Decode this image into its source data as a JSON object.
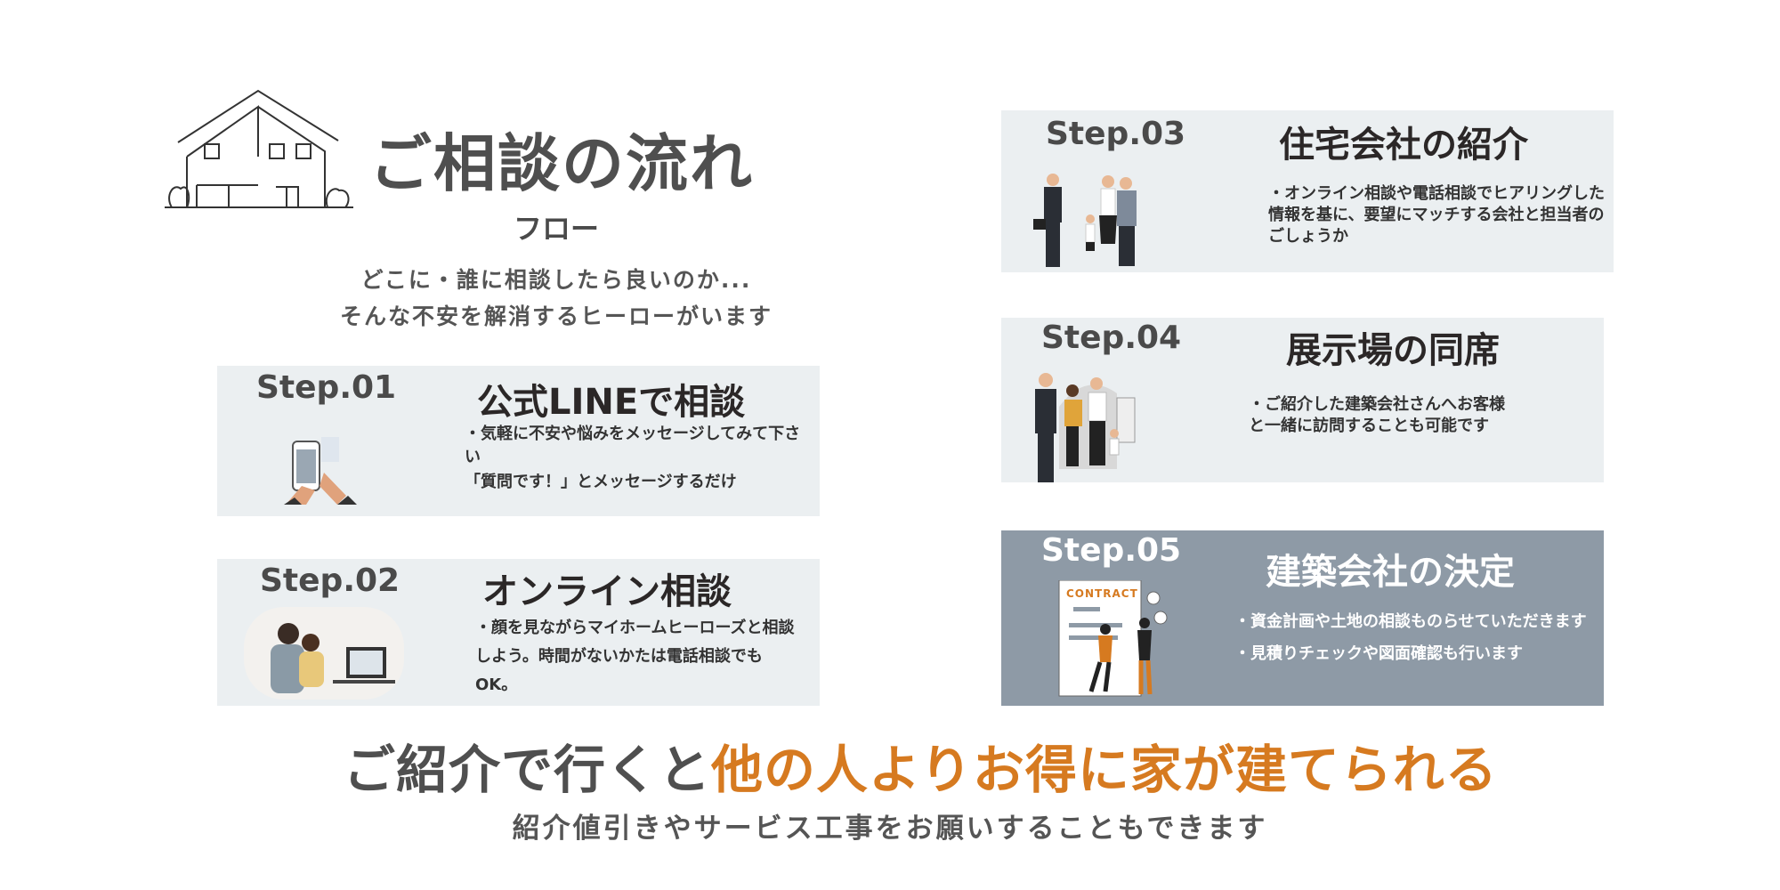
{
  "header": {
    "title": "ご相談の流れ",
    "subtitle": "フロー",
    "lead_lines": [
      "どこに・誰に相談したら良いのか...",
      "そんな不安を解消するヒーローがいます"
    ]
  },
  "steps": [
    {
      "label": "Step.01",
      "title": "公式LINEで相談",
      "lines": [
        "・気軽に不安や悩みをメッセージしてみて下さい",
        "「質問です！」とメッセージするだけ"
      ]
    },
    {
      "label": "Step.02",
      "title": "オンライン相談",
      "lines": [
        "・顔を見ながらマイホームヒーローズと相談しよう。時間がないかたは電話相談でもOK。"
      ]
    },
    {
      "label": "Step.03",
      "title": "住宅会社の紹介",
      "lines": [
        "・オンライン相談や電話相談でヒアリングした情報を基に、要望にマッチする会社と担当者のごしょうか"
      ]
    },
    {
      "label": "Step.04",
      "title": "展示場の同席",
      "lines": [
        "・ご紹介した建築会社さんへお客様と一緒に訪問することも可能です"
      ]
    },
    {
      "label": "Step.05",
      "title": "建築会社の決定",
      "lines": [
        "・資金計画や土地の相談ものらせていただきます",
        "・見積りチェックや図面確認も行います"
      ],
      "contract_label": "CONTRACT"
    }
  ],
  "footer": {
    "headline_plain": "ご紹介で行くと",
    "headline_highlight": "他の人よりお得に家が建てられる",
    "note": "紹介値引きやサービス工事をお願いすることもできます"
  },
  "colors": {
    "accent": "#d67a20",
    "box": "#ebeff1",
    "box_dark": "#8e9aa6"
  }
}
